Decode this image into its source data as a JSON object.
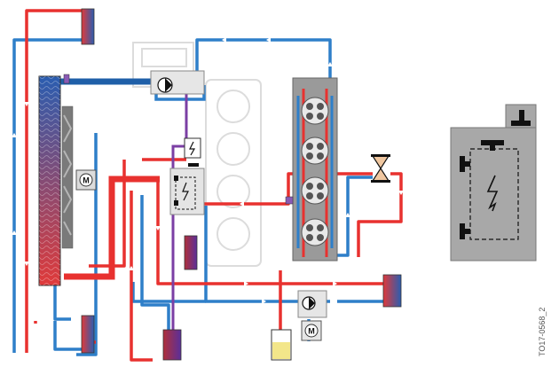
{
  "figure": {
    "caption": "TO17-0568_2"
  },
  "colors": {
    "hot": "#e8312f",
    "cold": "#2e7fc9",
    "cold_dark": "#1f5fa8",
    "purple": "#7b3fa4",
    "radiator_hot": "#e03a3a",
    "radiator_cold": "#2a5db0",
    "block": "#9a9a9a",
    "housing": "#a8a8a8",
    "reservoir": "#f3e68a",
    "fan": "#777777",
    "ghost": "#d9d9d9"
  },
  "icons": {
    "motor": "motor-icon",
    "flash": "lightning-icon",
    "pump": "pump-icon",
    "valve": "valve-icon"
  },
  "labels": {
    "pump_motor": "M",
    "fan_motor": "M"
  }
}
